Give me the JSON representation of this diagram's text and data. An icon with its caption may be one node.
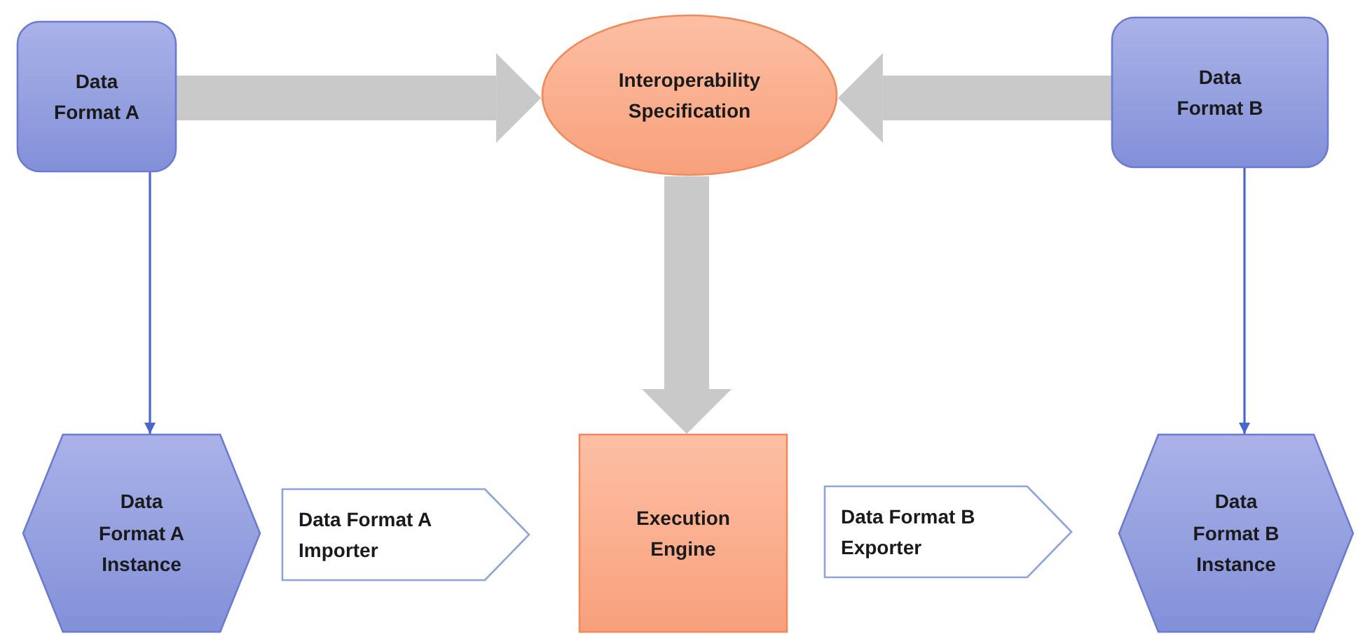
{
  "diagram": {
    "nodes": [
      {
        "text": [
          "Data Format A"
        ]
      },
      {
        "text": [
          "Interoperability Specification"
        ]
      },
      {
        "text": [
          "Data Format B"
        ]
      },
      {
        "text": [
          "Data Format A Instance"
        ]
      },
      {
        "text": [
          "Data Format A Importer"
        ]
      },
      {
        "text": [
          "Execution Engine"
        ]
      },
      {
        "text": [
          "Data Format B Exporter"
        ]
      },
      {
        "text": [
          "Data Format B Instance"
        ]
      }
    ],
    "edges": [
      {
        "from": 0,
        "to": 1,
        "arrow": "to"
      },
      {
        "from": 2,
        "to": 1,
        "arrow": "to"
      },
      {
        "from": 1,
        "to": 5,
        "arrow": "to"
      },
      {
        "from": 0,
        "to": 3,
        "arrow": "to",
        "color": "#4a66cc"
      },
      {
        "from": 2,
        "to": 7,
        "arrow": "to",
        "color": "#4a66cc"
      }
    ]
  }
}
